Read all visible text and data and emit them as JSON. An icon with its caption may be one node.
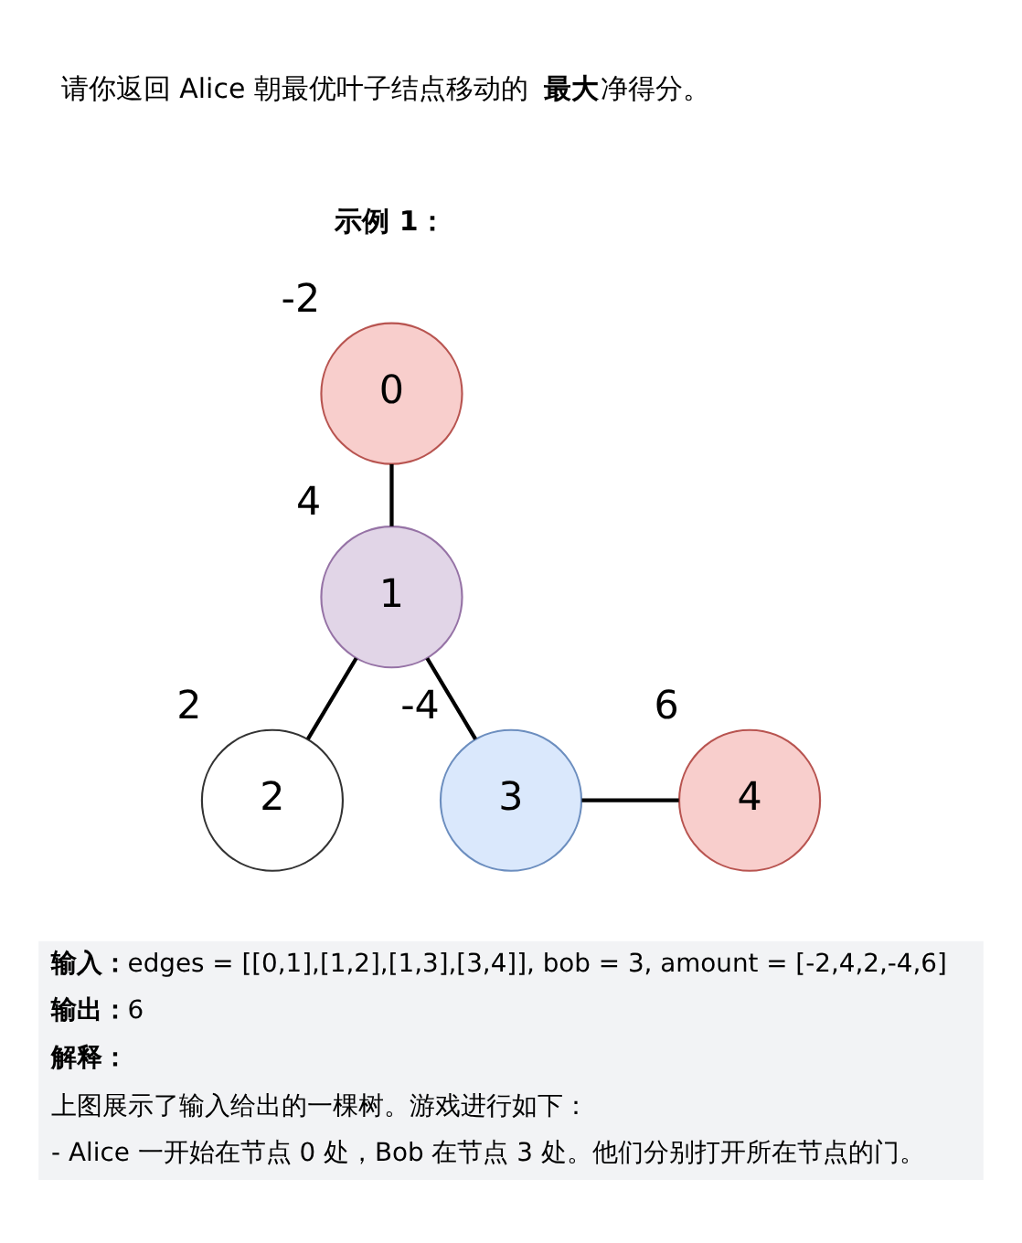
{
  "diagram": {
    "nodes": [
      {
        "text": [
          "0"
        ],
        "beside": [
          "-2"
        ]
      },
      {
        "text": [
          "1"
        ],
        "beside": [
          "4"
        ]
      },
      {
        "text": [
          "2"
        ],
        "beside": [
          "2"
        ]
      },
      {
        "text": [
          "3"
        ],
        "beside": [
          "-4"
        ]
      },
      {
        "text": [
          "4"
        ],
        "beside": [
          "6"
        ]
      }
    ],
    "edges": [
      {
        "from": 0,
        "to": 1,
        "arrow": "none"
      },
      {
        "from": 1,
        "to": 2,
        "arrow": "none"
      },
      {
        "from": 1,
        "to": 3,
        "arrow": "none"
      },
      {
        "from": 3,
        "to": 4,
        "arrow": "none"
      }
    ],
    "labels": [
      "请你返回 Alice 朝最优叶子结点移动的 **最大** 净得分。",
      "**示例 1：**",
      "**输入：**edges = [[0,1],[1,2],[1,3],[3,4]], bob = 3, amount = [-2,4,2,-4,6]",
      "**输出：**6",
      "**解释：**",
      "上图展示了输入给出的一棵树。游戏进行如下：",
      "- Alice 一开始在节点 0 处，Bob 在节点 3 处。他们分别打开所在节点的门。"
    ]
  }
}
